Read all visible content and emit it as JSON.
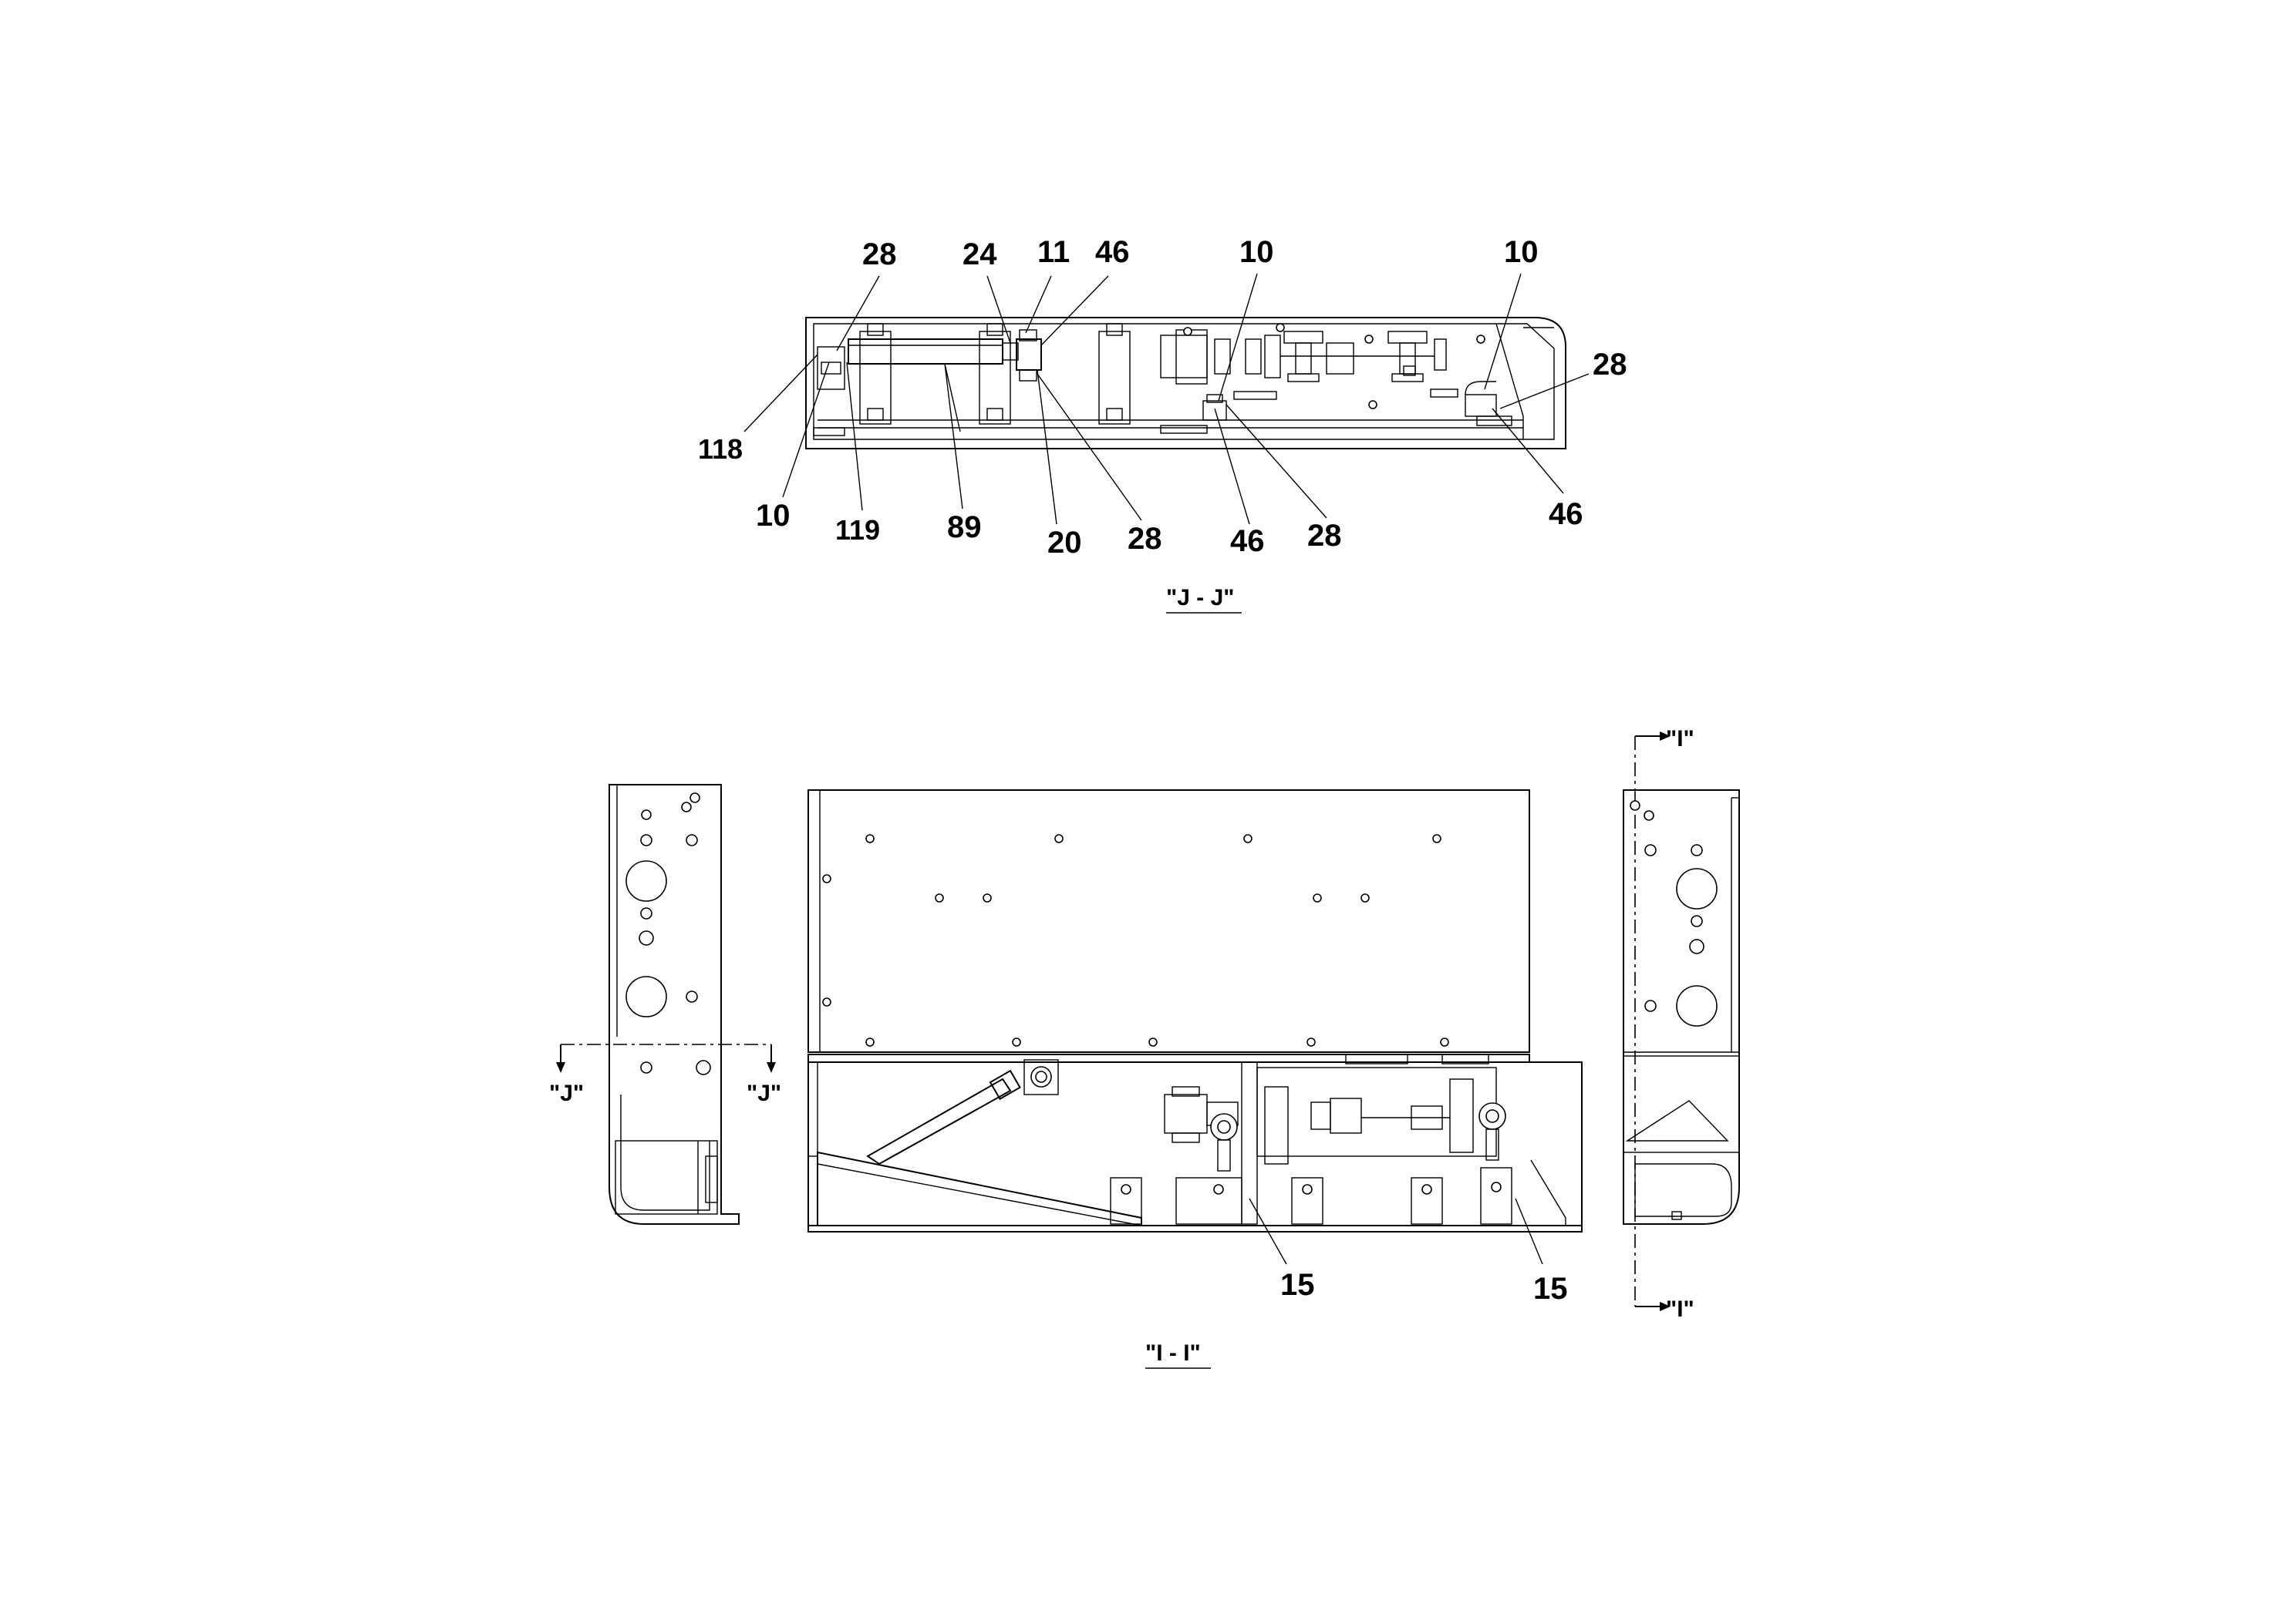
{
  "views": {
    "jj": {
      "title": "\"J - J\"",
      "callouts": [
        "28",
        "24",
        "11",
        "46",
        "10",
        "10",
        "28",
        "118",
        "10",
        "119",
        "89",
        "20",
        "28",
        "46",
        "28",
        "46"
      ]
    },
    "ii": {
      "title": "\"I - I\"",
      "callouts": [
        "15",
        "15"
      ]
    },
    "section_markers": {
      "j_left": "\"J\"",
      "j_right": "\"J\"",
      "i_top": "\"I\"",
      "i_bottom": "\"I\""
    }
  }
}
